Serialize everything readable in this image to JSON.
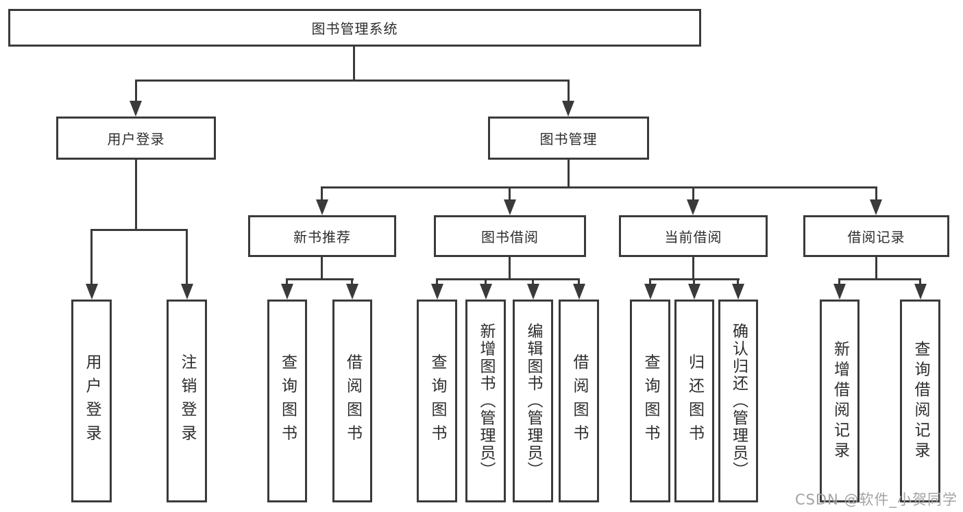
{
  "tree": {
    "label": "图书管理系统",
    "children": [
      {
        "label": "用户登录",
        "children": [
          {
            "label": "用户登录"
          },
          {
            "label": "注销登录"
          }
        ]
      },
      {
        "label": "图书管理",
        "children": [
          {
            "label": "新书推荐",
            "children": [
              {
                "label": "查询图书"
              },
              {
                "label": "借阅图书"
              }
            ]
          },
          {
            "label": "图书借阅",
            "children": [
              {
                "label": "查询图书"
              },
              {
                "label": "新增图书（管理员）"
              },
              {
                "label": "编辑图书（管理员）"
              },
              {
                "label": "借阅图书"
              }
            ]
          },
          {
            "label": "当前借阅",
            "children": [
              {
                "label": "查询图书"
              },
              {
                "label": "归还图书"
              },
              {
                "label": "确认归还（管理员）"
              }
            ]
          },
          {
            "label": "借阅记录",
            "children": [
              {
                "label": "新增借阅记录"
              },
              {
                "label": "查询借阅记录"
              }
            ]
          }
        ]
      }
    ]
  },
  "watermark": "CSDN @软件_小贺同学",
  "colors": {
    "line": "#3a3a3a",
    "text": "#2d2d2d",
    "watermark_text": "#a3a3a3",
    "background": "#ffffff"
  }
}
